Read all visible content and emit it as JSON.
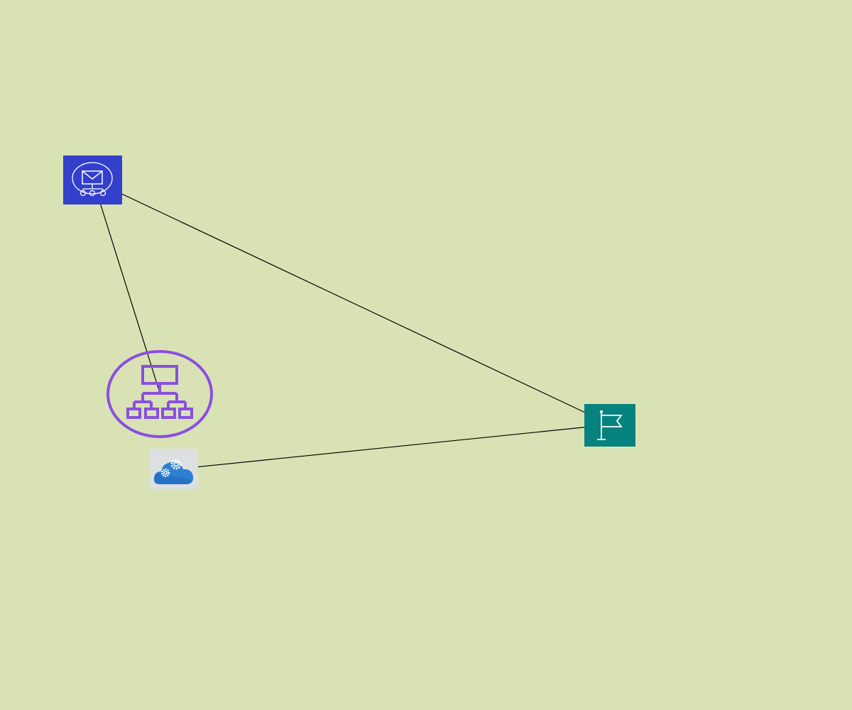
{
  "diagram": {
    "background_color": "#d9e2b4",
    "nodes": [
      {
        "id": "email-topic",
        "icon": "email-notification-topic-icon",
        "color": "#3340cc"
      },
      {
        "id": "hierarchy",
        "icon": "organization-hierarchy-icon",
        "color": "#8a4fe0"
      },
      {
        "id": "flag",
        "icon": "flag-icon",
        "color": "#06837e"
      },
      {
        "id": "cloud-config",
        "icon": "cloud-gears-icon",
        "color": "#2d7fd2"
      }
    ],
    "edges": [
      {
        "from": "hierarchy",
        "to": "email-topic",
        "arrow": "to"
      },
      {
        "from": "email-topic",
        "to": "flag",
        "arrow": "to"
      },
      {
        "from": "flag",
        "to": "cloud-config",
        "arrow": "to"
      }
    ],
    "edge_color": "#000000"
  }
}
